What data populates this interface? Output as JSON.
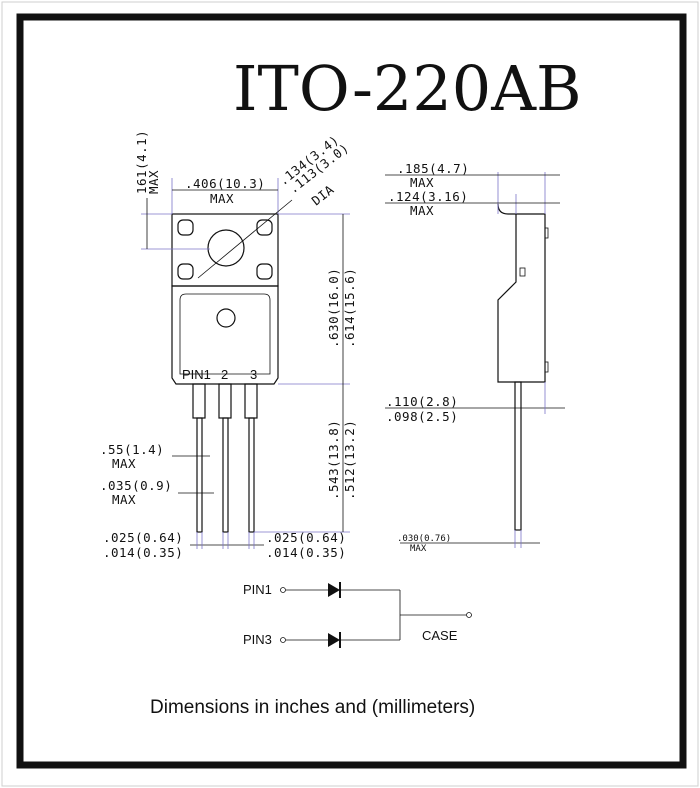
{
  "title": "ITO-220AB",
  "caption": "Dimensions in inches and (millimeters)",
  "pin_labels": {
    "pin1": "PIN1",
    "pin2": "2",
    "pin3": "3"
  },
  "dims": {
    "height_tab_top": "161(4.1)",
    "height_tab_max": "MAX",
    "width": ".406(10.3)",
    "width_max": "MAX",
    "hole_a": ".134(3.4)",
    "hole_b": ".113(3.0)",
    "hole_dia": "DIA",
    "body_h_a": ".630(16.0)",
    "body_h_b": ".614(15.6)",
    "lead_h_a": ".543(13.8)",
    "lead_h_b": ".512(13.2)",
    "lead_w": ".55(1.4)",
    "lead_w_max": "MAX",
    "lead_pitch": ".035(0.9)",
    "lead_pitch_max": "MAX",
    "lead_thk_l_a": ".025(0.64)",
    "lead_thk_l_b": ".014(0.35)",
    "lead_thk_r_a": ".025(0.64)",
    "lead_thk_r_b": ".014(0.35)",
    "depth_a": ".185(4.7)",
    "depth_a_max": "MAX",
    "depth_b": ".124(3.16)",
    "depth_b_max": "MAX",
    "lead_off_a": ".110(2.8)",
    "lead_off_b": ".098(2.5)",
    "lead_thk_side": ".030(0.76)",
    "lead_thk_side_max": "MAX"
  },
  "schematic": {
    "pin1": "PIN1",
    "pin3": "PIN3",
    "case": "CASE"
  }
}
